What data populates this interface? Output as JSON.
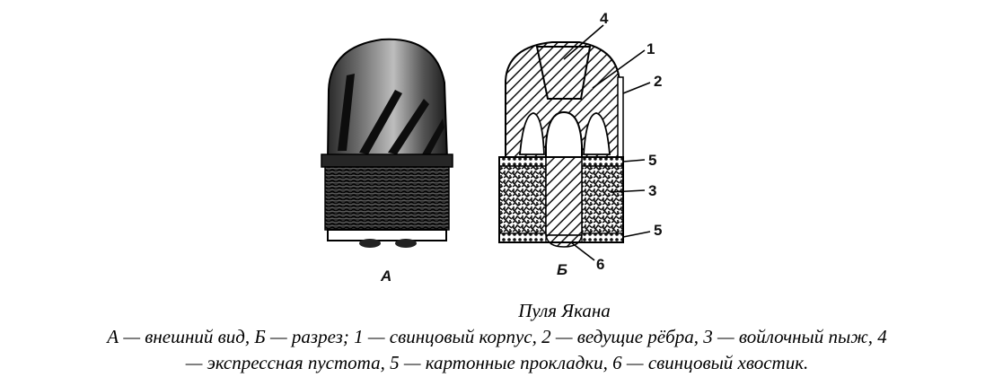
{
  "labels": {
    "view_a": "А",
    "view_b": "Б",
    "callout_1": "1",
    "callout_2": "2",
    "callout_3": "3",
    "callout_4": "4",
    "callout_5_top": "5",
    "callout_5_bottom": "5",
    "callout_6": "6"
  },
  "caption": {
    "title": "Пуля Якана",
    "line1": "А — внешний вид, Б — разрез; 1 — свинцовый корпус, 2 — ведущие рёбра, 3 — войлочный пыж, 4",
    "line2": "— экспрессная пустота, 5 — картонные прокладки, 6 — свинцовый хвостик."
  }
}
